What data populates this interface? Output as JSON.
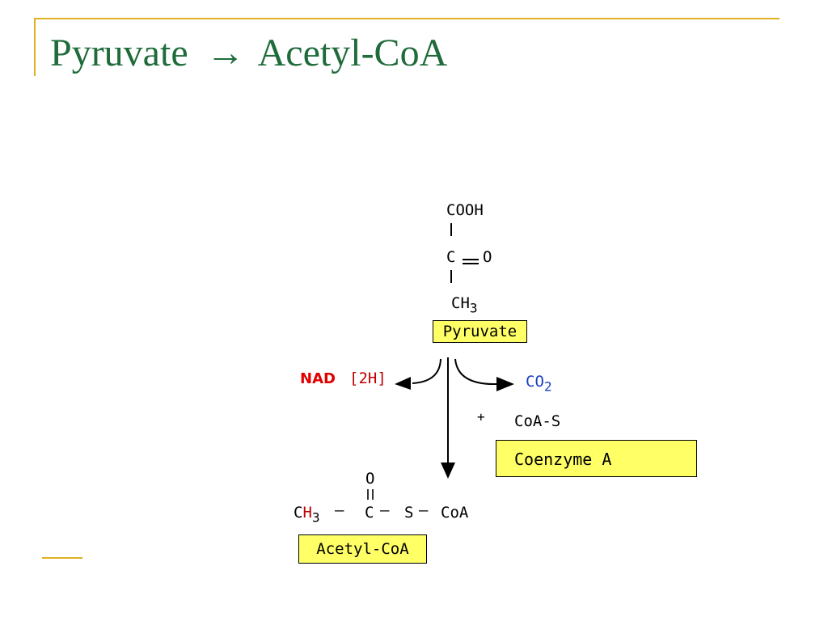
{
  "slide": {
    "title_left": "Pyruvate",
    "title_arrow": "→",
    "title_right": "Acetyl-CoA"
  },
  "pyruvate": {
    "cooh": "COOH",
    "carbonyl_c": "C",
    "carbonyl_o": "O",
    "ch": "CH",
    "ch_sub": "3",
    "label": "Pyruvate"
  },
  "products": {
    "nad": "NAD",
    "two_h": "[2H]",
    "co": "CO",
    "co_sub": "2",
    "plus": "+",
    "coa_s": "CoA-S",
    "coenzyme_label": "Coenzyme A"
  },
  "acetyl": {
    "o": "O",
    "c": "C",
    "h": "H",
    "sub": "3",
    "dash1": "—",
    "carbonyl_c": "C",
    "dash2": "—",
    "s": "S",
    "dash3": "—",
    "coa": "CoA",
    "label": "Acetyl-CoA"
  },
  "colors": {
    "title": "#1f6b3a",
    "accent": "#e0b020",
    "label_box": "#ffff66",
    "nad": "#e00000",
    "hydrogen": "#c00000",
    "co2": "#1a3fc0"
  },
  "icons": {
    "title_arrow": "right-arrow-icon",
    "reaction_arrows": "arrow-icon"
  }
}
